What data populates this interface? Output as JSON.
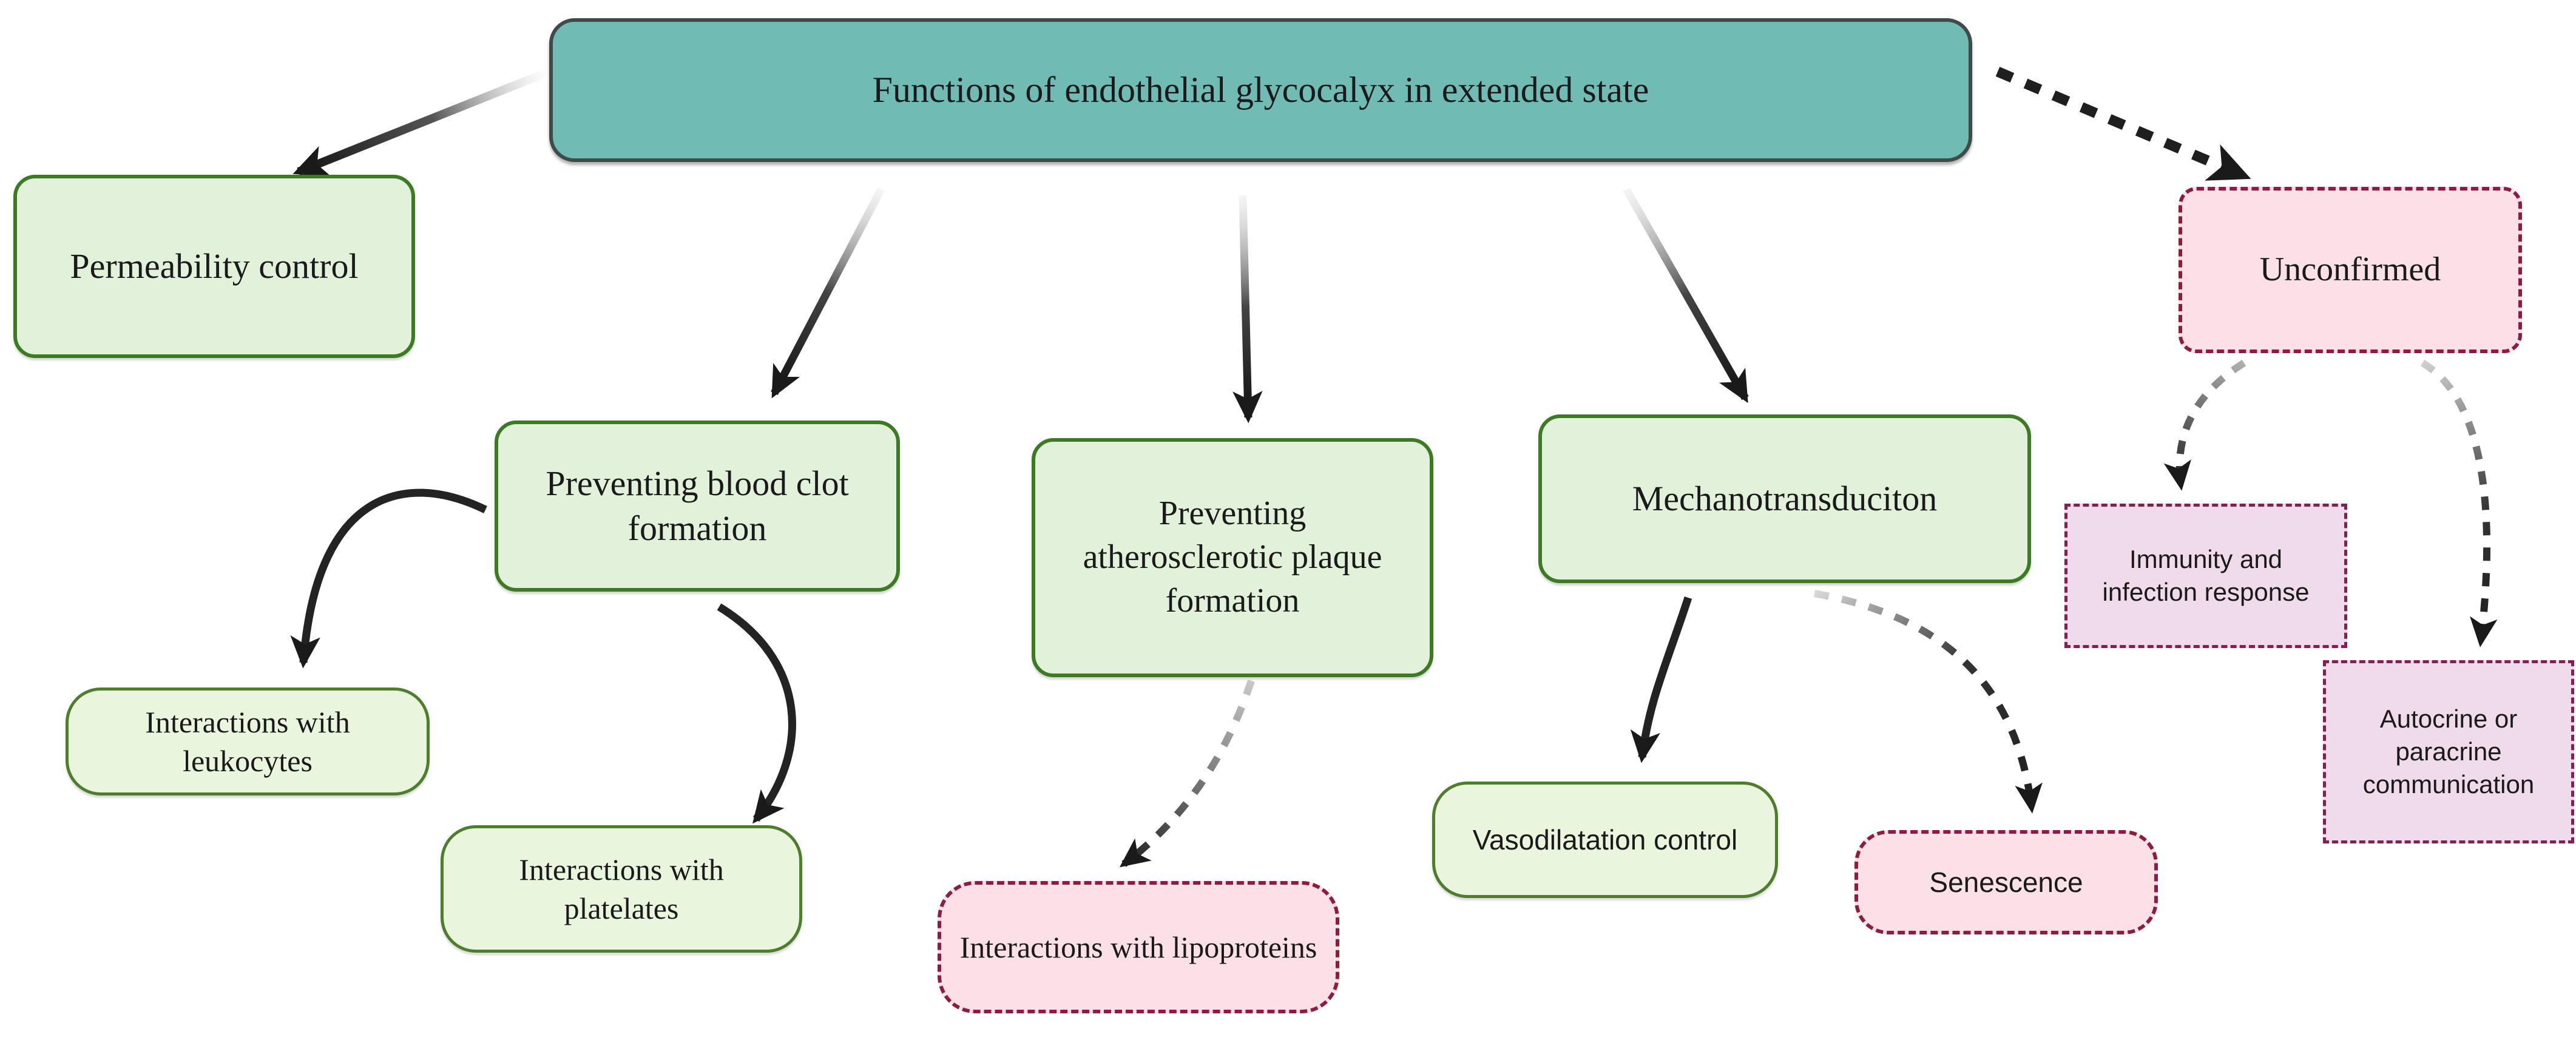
{
  "canvas": {
    "background": "#ffffff"
  },
  "palette": {
    "teal_fill": "#70BCB5",
    "teal_border": "#3E4B48",
    "green_fill": "#E2F1DA",
    "green_border": "#3C7A23",
    "leaf_fill": "#EAF5DD",
    "leaf_border": "#4E7D2C",
    "pink_fill": "#FBE1E7",
    "pink_border": "#8E1C40",
    "mauve_fill": "#EFDBEA",
    "mauve_border": "#832052",
    "arrow_color": "#1A1A1A",
    "text_color": "#1A1A1A"
  },
  "title": {
    "label": "Functions of endothelial glycocalyx in extended state"
  },
  "nodes": {
    "permeability": {
      "label": "Permeability control"
    },
    "blood_clot": {
      "label": "Preventing blood clot formation"
    },
    "athero": {
      "label": "Preventing atherosclerotic plaque formation"
    },
    "mechano": {
      "label": "Mechanotransduciton"
    },
    "unconfirmed": {
      "label": "Unconfirmed"
    },
    "leukocytes": {
      "label": "Interactions with leukocytes"
    },
    "platelates": {
      "label": "Interactions with platelates"
    },
    "lipoproteins": {
      "label": "Interactions with lipoproteins"
    },
    "vasodilatation": {
      "label": "Vasodilatation control"
    },
    "senescence": {
      "label": "Senescence"
    },
    "immunity": {
      "label": "Immunity and infection response"
    },
    "autocrine": {
      "label": "Autocrine or paracrine communication"
    }
  },
  "edges": [
    {
      "from": "title",
      "to": "permeability",
      "style": "solid",
      "shape": "straight"
    },
    {
      "from": "title",
      "to": "blood_clot",
      "style": "solid",
      "shape": "straight"
    },
    {
      "from": "title",
      "to": "athero",
      "style": "solid",
      "shape": "straight"
    },
    {
      "from": "title",
      "to": "mechano",
      "style": "solid",
      "shape": "straight"
    },
    {
      "from": "title",
      "to": "unconfirmed",
      "style": "dashed",
      "shape": "straight"
    },
    {
      "from": "blood_clot",
      "to": "leukocytes",
      "style": "solid",
      "shape": "curved"
    },
    {
      "from": "blood_clot",
      "to": "platelates",
      "style": "solid",
      "shape": "curved"
    },
    {
      "from": "athero",
      "to": "lipoproteins",
      "style": "dashed",
      "shape": "curved"
    },
    {
      "from": "mechano",
      "to": "vasodilatation",
      "style": "solid",
      "shape": "curved"
    },
    {
      "from": "mechano",
      "to": "senescence",
      "style": "dashed",
      "shape": "curved"
    },
    {
      "from": "unconfirmed",
      "to": "immunity",
      "style": "dashed",
      "shape": "curved"
    },
    {
      "from": "unconfirmed",
      "to": "autocrine",
      "style": "dashed",
      "shape": "curved"
    }
  ]
}
